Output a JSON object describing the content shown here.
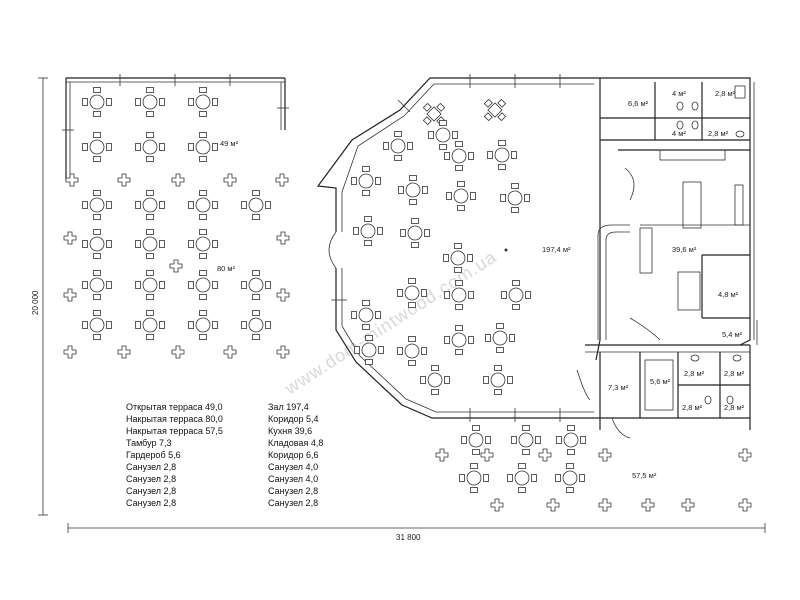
{
  "watermark": "www.dom-mintwood.com.ua",
  "dimensions": {
    "height": "20 000",
    "width": "31 800"
  },
  "areas": {
    "open_terrace": "49 м²",
    "covered_terrace_left": "80 м²",
    "hall": "197,4 м²",
    "kitchen": "39,6 м²",
    "storage": "4,8 м²",
    "corridor_a": "5,4 м²",
    "corridor_b": "6,6 м²",
    "wc_1": "4 м²",
    "wc_2": "4 м²",
    "wc_3": "2,8 м²",
    "wc_4": "2,8 м²",
    "vestibule": "7,3 м²",
    "wardrobe": "5,6 м²",
    "wc_5": "2,8 м²",
    "wc_6": "2,8 м²",
    "wc_7": "2,8 м²",
    "wc_8": "2,8 м²",
    "covered_terrace_bottom": "57,5 м²"
  },
  "legend_left": [
    "Открытая терраса 49,0",
    "Накрытая терраса 80,0",
    "Накрытая терраса 57,5",
    "Тамбур 7,3",
    "Гардероб 5,6",
    "Санузел 2,8",
    "Санузел 2,8",
    "Санузел 2,8",
    "Санузел 2,8"
  ],
  "legend_right": [
    "Зал 197,4",
    "Коридор 5,4",
    "Кухня 39,6",
    "Кладовая 4,8",
    "Коридор 6,6",
    "Санузел 4,0",
    "Санузел 4,0",
    "Санузел 2,8",
    "Санузел 2,8"
  ]
}
